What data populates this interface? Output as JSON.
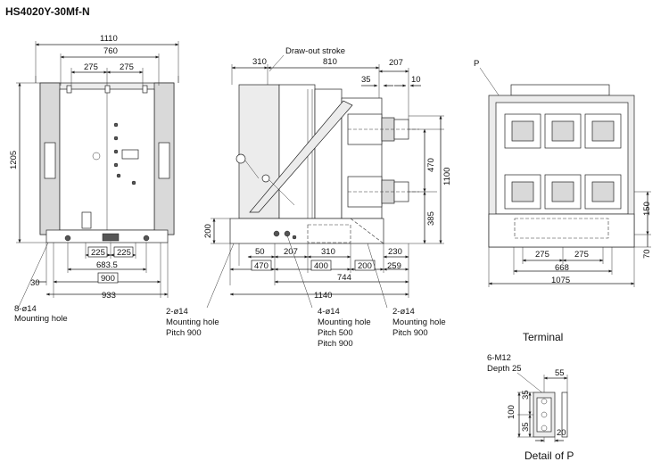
{
  "title": "HS4020Y-30Mf-N",
  "front_view": {
    "dims": {
      "overall_width": "1110",
      "mount_width": "760",
      "spacing_left": "275",
      "spacing_right": "275",
      "height": "1205",
      "wheel_left": "225",
      "wheel_right": "225",
      "wheel_pitch": "683.5",
      "rail_pitch": "900",
      "offset": "30",
      "base_width": "933"
    },
    "callout_hole": "8-ø14",
    "callout_hole_label": "Mounting hole"
  },
  "side_view": {
    "draw_out_label": "Draw-out stroke",
    "dims": {
      "d310_top": "310",
      "d810": "810",
      "d207_top": "207",
      "d35": "35",
      "d10": "10",
      "d470_v": "470",
      "d1100_v": "1100",
      "d385_v": "385",
      "d200_v": "200",
      "d50": "50",
      "d207_b": "207",
      "d310_b": "310",
      "d230": "230",
      "d470_box": "470",
      "d400_box": "400",
      "d200_box": "200",
      "d259": "259",
      "d744": "744",
      "d1140": "1140"
    },
    "callout_a": {
      "count": "2-ø14",
      "label": "Mounting hole",
      "pitch": "Pitch 900"
    },
    "callout_b": {
      "count": "4-ø14",
      "label": "Mounting hole",
      "pitch1": "Pitch 500",
      "pitch2": "Pitch 900"
    },
    "callout_c": {
      "count": "2-ø14",
      "label": "Mounting hole",
      "pitch": "Pitch 900"
    }
  },
  "rear_view": {
    "label_p": "P",
    "dims": {
      "d150_v": "150",
      "d70_v": "70",
      "d275_l": "275",
      "d275_r": "275",
      "d668": "668",
      "d1075": "1075"
    },
    "caption": "Terminal"
  },
  "detail": {
    "thread": "6-M12",
    "depth": "Depth 25",
    "d55": "55",
    "d35_top": "35",
    "d100": "100",
    "d35_bot": "35",
    "d20": "20",
    "caption": "Detail of P"
  }
}
